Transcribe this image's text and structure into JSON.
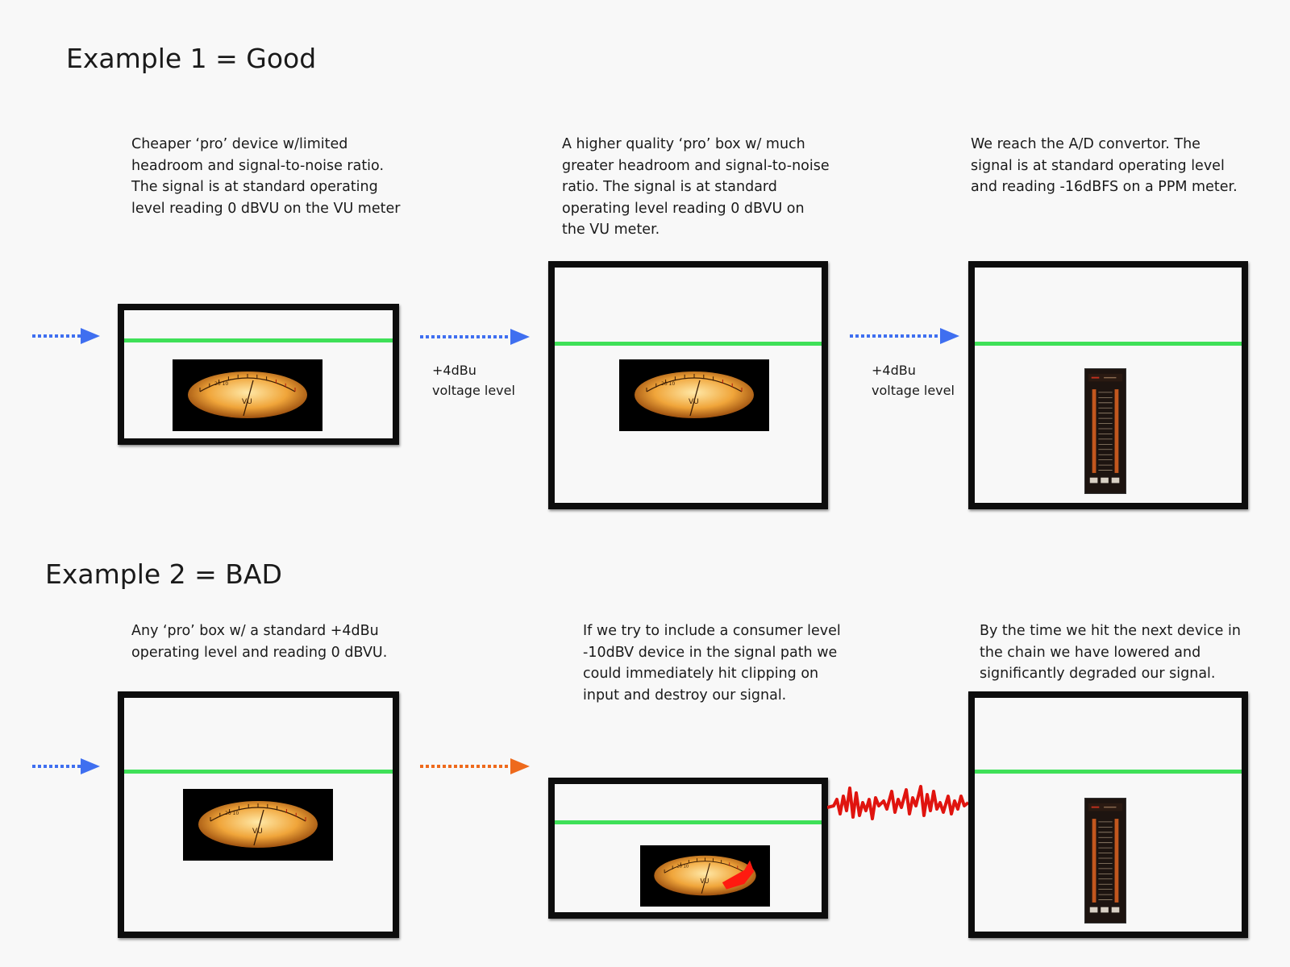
{
  "example1": {
    "heading": "Example 1 = Good",
    "caption_1": "Cheaper ‘pro’ device w/limited\nheadroom and signal-to-noise ratio.\nThe signal is at standard operating\nlevel reading 0 dBVU on the VU meter",
    "caption_2": "A higher quality ‘pro’ box w/ much\ngreater headroom and signal-to-noise\nratio. The signal is at standard\noperating level reading 0 dBVU on\nthe VU meter.",
    "caption_3": "We reach the A/D convertor. The\nsignal is at standard operating level\nand reading -16dBFS on a PPM meter.",
    "level_label_1": "+4dBu\nvoltage level",
    "level_label_2": "+4dBu\nvoltage level"
  },
  "example2": {
    "heading": "Example 2 = BAD",
    "caption_1": "Any ‘pro’ box w/ a standard +4dBu\noperating level and reading 0 dBVU.",
    "caption_2": "If we try to include a consumer level\n-10dBV device in the signal path we\ncould immediately hit clipping on\ninput and destroy our signal.",
    "caption_3": "By the time we hit the next device in\nthe chain we have lowered and\nsignificantly degraded our signal."
  },
  "meter": {
    "vu_text": "VU",
    "scale_text": "20 10"
  },
  "colors": {
    "level_line": "#3fe058",
    "arrow_good": "#3f6ff0",
    "arrow_bad": "#ee6a1c",
    "distortion": "#e0140f",
    "clip_overload": "#ff1a10"
  }
}
